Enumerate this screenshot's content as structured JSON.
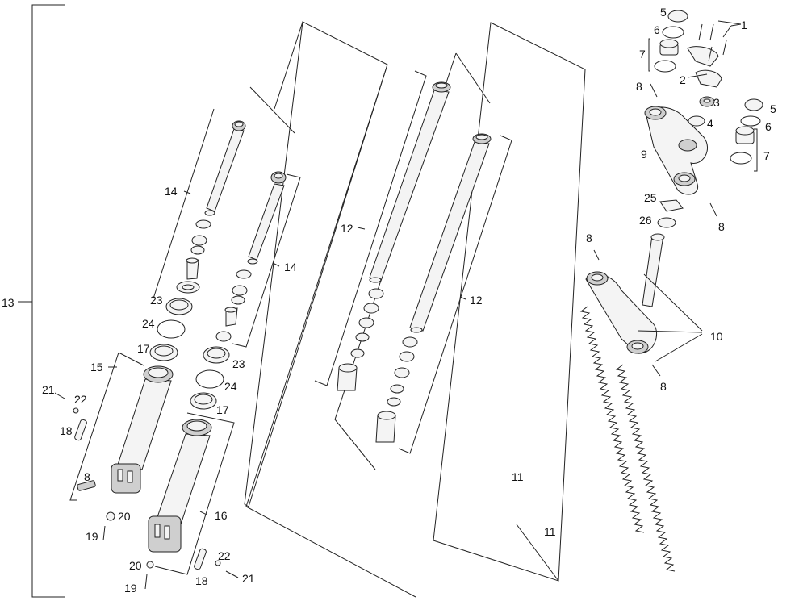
{
  "labels": {
    "p1": "1",
    "p2": "2",
    "p3": "3",
    "p4": "4",
    "p5a": "5",
    "p5b": "5",
    "p6a": "6",
    "p6b": "6",
    "p7a": "7",
    "p7b": "7",
    "p8a": "8",
    "p8b": "8",
    "p8c": "8",
    "p8d": "8",
    "p8e": "8",
    "p9": "9",
    "p10": "10",
    "p11a": "11",
    "p11b": "11",
    "p12a": "12",
    "p12b": "12",
    "p13": "13",
    "p14a": "14",
    "p14b": "14",
    "p15": "15",
    "p16": "16",
    "p17a": "17",
    "p17b": "17",
    "p18a": "18",
    "p18b": "18",
    "p19a": "19",
    "p19b": "19",
    "p20a": "20",
    "p20b": "20",
    "p21a": "21",
    "p21b": "21",
    "p22a": "22",
    "p22b": "22",
    "p23a": "23",
    "p23b": "23",
    "p24a": "24",
    "p24b": "24",
    "p25": "25",
    "p26": "26"
  }
}
